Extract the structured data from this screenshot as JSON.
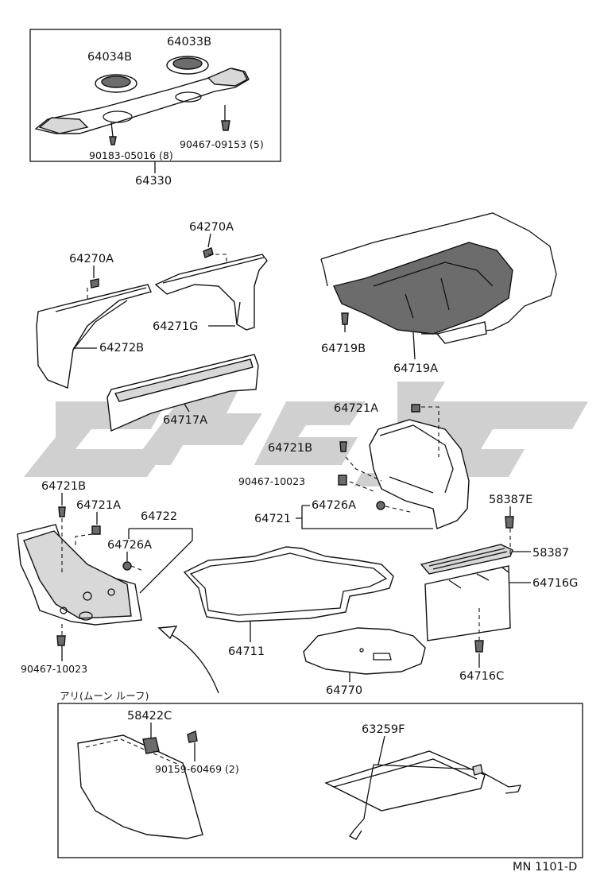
{
  "labels": {
    "p64034B": "64034B",
    "p64033B": "64033B",
    "p90183": "90183-05016 (8)",
    "p90467_09153": "90467-09153 (5)",
    "p64330": "64330",
    "p64270A_top": "64270A",
    "p64270A_left": "64270A",
    "p64271G": "64271G",
    "p64272B": "64272B",
    "p64717A": "64717A",
    "p64719B": "64719B",
    "p64719A": "64719A",
    "p64721A_mid": "64721A",
    "p64721B_mid": "64721B",
    "p90467_10023_mid": "90467-10023",
    "p64726A_mid": "64726A",
    "p64721": "64721",
    "p64721B_left": "64721B",
    "p64721A_left": "64721A",
    "p64722": "64722",
    "p64726A_left": "64726A",
    "p90467_10023_left": "90467-10023",
    "p64711": "64711",
    "p64770": "64770",
    "p58387E": "58387E",
    "p58387": "58387",
    "p64716G": "64716G",
    "p64716C": "64716C",
    "moon_roof": "アリ(ムーン ルーフ)",
    "p58422C": "58422C",
    "p90159": "90159-60469 (2)",
    "p63259F": "63259F",
    "diagram_code": "MN 1101-D"
  },
  "colors": {
    "line": "#111111",
    "watermark": "#c8c8c8",
    "shade": "#6c6c6c"
  }
}
